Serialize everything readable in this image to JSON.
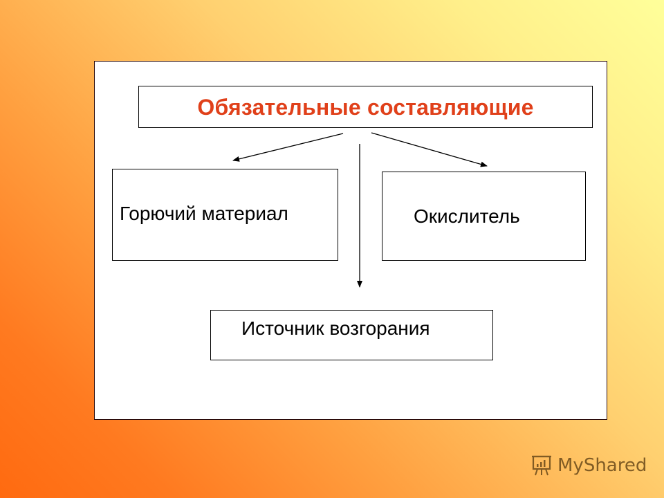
{
  "slide": {
    "title": "Обязательные составляющие",
    "nodes": [
      {
        "id": "combustible",
        "label": "Горючий материал"
      },
      {
        "id": "oxidizer",
        "label": "Окислитель"
      },
      {
        "id": "ignition",
        "label": "Источник возгорания"
      }
    ],
    "edges": [
      {
        "from": "title",
        "to": "combustible"
      },
      {
        "from": "title",
        "to": "oxidizer"
      },
      {
        "from": "title",
        "to": "ignition"
      }
    ]
  },
  "colors": {
    "title": "#e0401a",
    "background_top_right": "#ffff9a",
    "background_bottom_left": "#ff6a10"
  },
  "watermark": {
    "text": "MyShared",
    "icon": "presentation-board-icon"
  }
}
